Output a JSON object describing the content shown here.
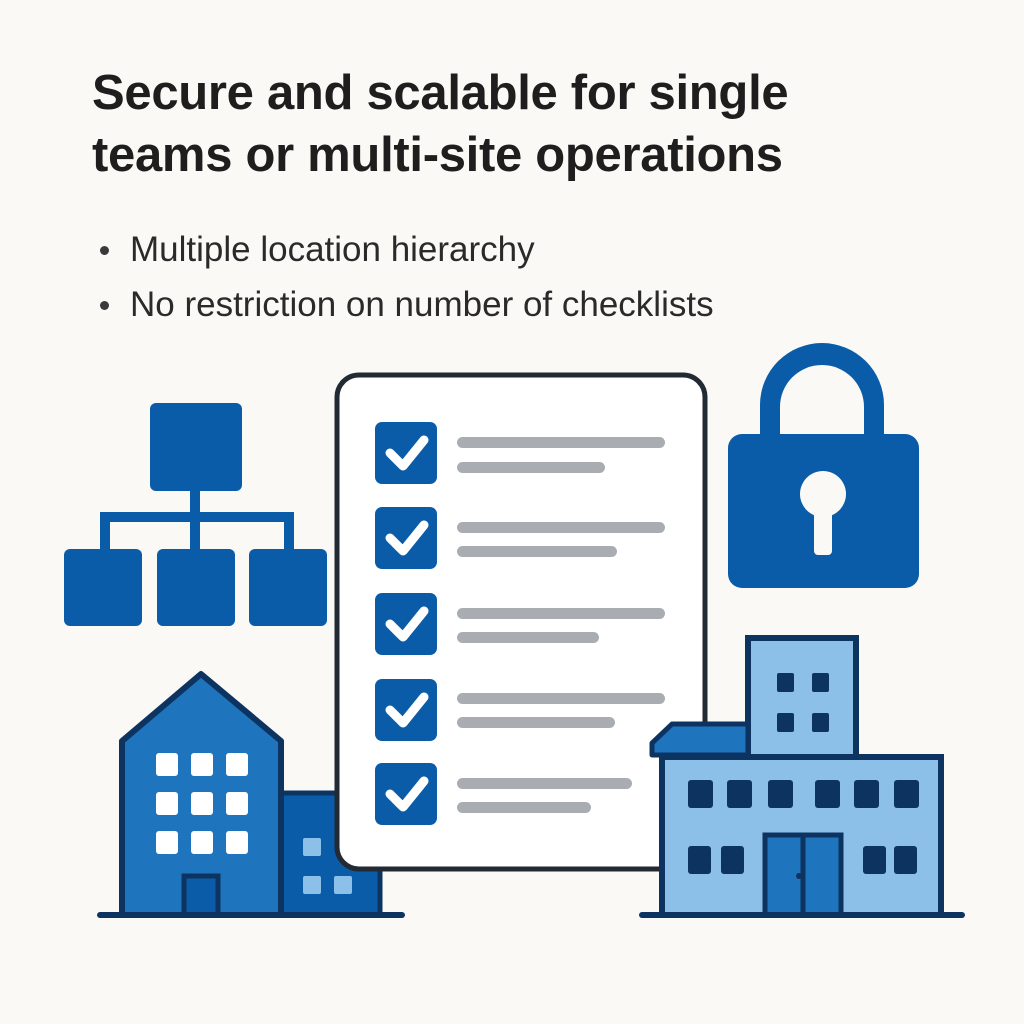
{
  "headline": {
    "line1": "Secure and scalable for single",
    "line2": "teams or multi-site operations"
  },
  "bullets": [
    {
      "text": "Multiple location hierarchy"
    },
    {
      "text": "No restriction on number of checklists"
    }
  ],
  "illustration": {
    "icons": [
      "hierarchy-icon",
      "checklist-icon",
      "padlock-icon",
      "office-building-icon",
      "headquarters-building-icon"
    ],
    "checklist_items": 5
  },
  "colors": {
    "background": "#faf9f6",
    "primary_blue": "#0b5ca8",
    "dark_navy": "#0d3461",
    "light_blue": "#8cc0e8",
    "mid_blue": "#1e74bd",
    "placeholder_gray": "#a9adb2"
  }
}
